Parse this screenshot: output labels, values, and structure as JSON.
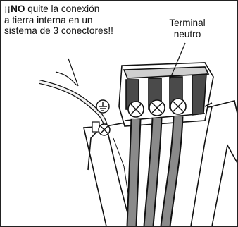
{
  "warning": {
    "line1_prefix": "¡¡",
    "line1_bold": "NO",
    "line1_rest": " quite la conexión",
    "line2": "a tierra interna en un",
    "line3": "sistema de 3 conectores!!"
  },
  "terminal_label": {
    "line1": "Terminal",
    "line2": "neutro"
  }
}
